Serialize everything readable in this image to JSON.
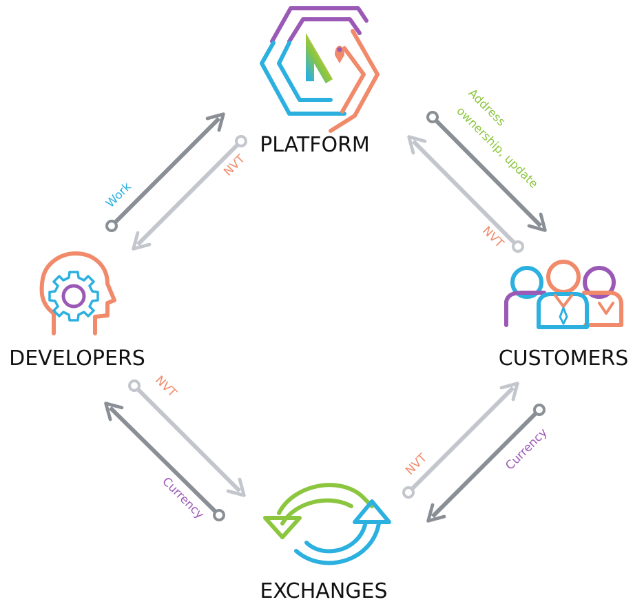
{
  "nodes": {
    "platform": "PLATFORM",
    "developers": "DEVELOPERS",
    "customers": "CUSTOMERS",
    "exchanges": "EXCHANGES"
  },
  "flows": {
    "dev_to_platform": "Work",
    "platform_to_dev": "NVT",
    "platform_to_customers_line1": "Address",
    "platform_to_customers_line2": "ownership, update",
    "customers_to_platform": "NVT",
    "dev_to_exchanges": "NVT",
    "exchanges_to_dev": "Currency",
    "exchanges_to_customers": "NVT",
    "customers_to_exchanges": "Currency"
  },
  "colors": {
    "label_text": "#111111",
    "arrow_dark": "#8a8f96",
    "arrow_light": "#c3c6cc",
    "orange": "#f08a6a",
    "purple": "#9b59b6",
    "blue": "#2bb0e0",
    "green": "#8cc63f"
  },
  "icons": {
    "platform": "platform-hexagon-logo-icon",
    "developers": "head-gear-icon",
    "customers": "people-group-icon",
    "exchanges": "refresh-cycle-icon"
  }
}
